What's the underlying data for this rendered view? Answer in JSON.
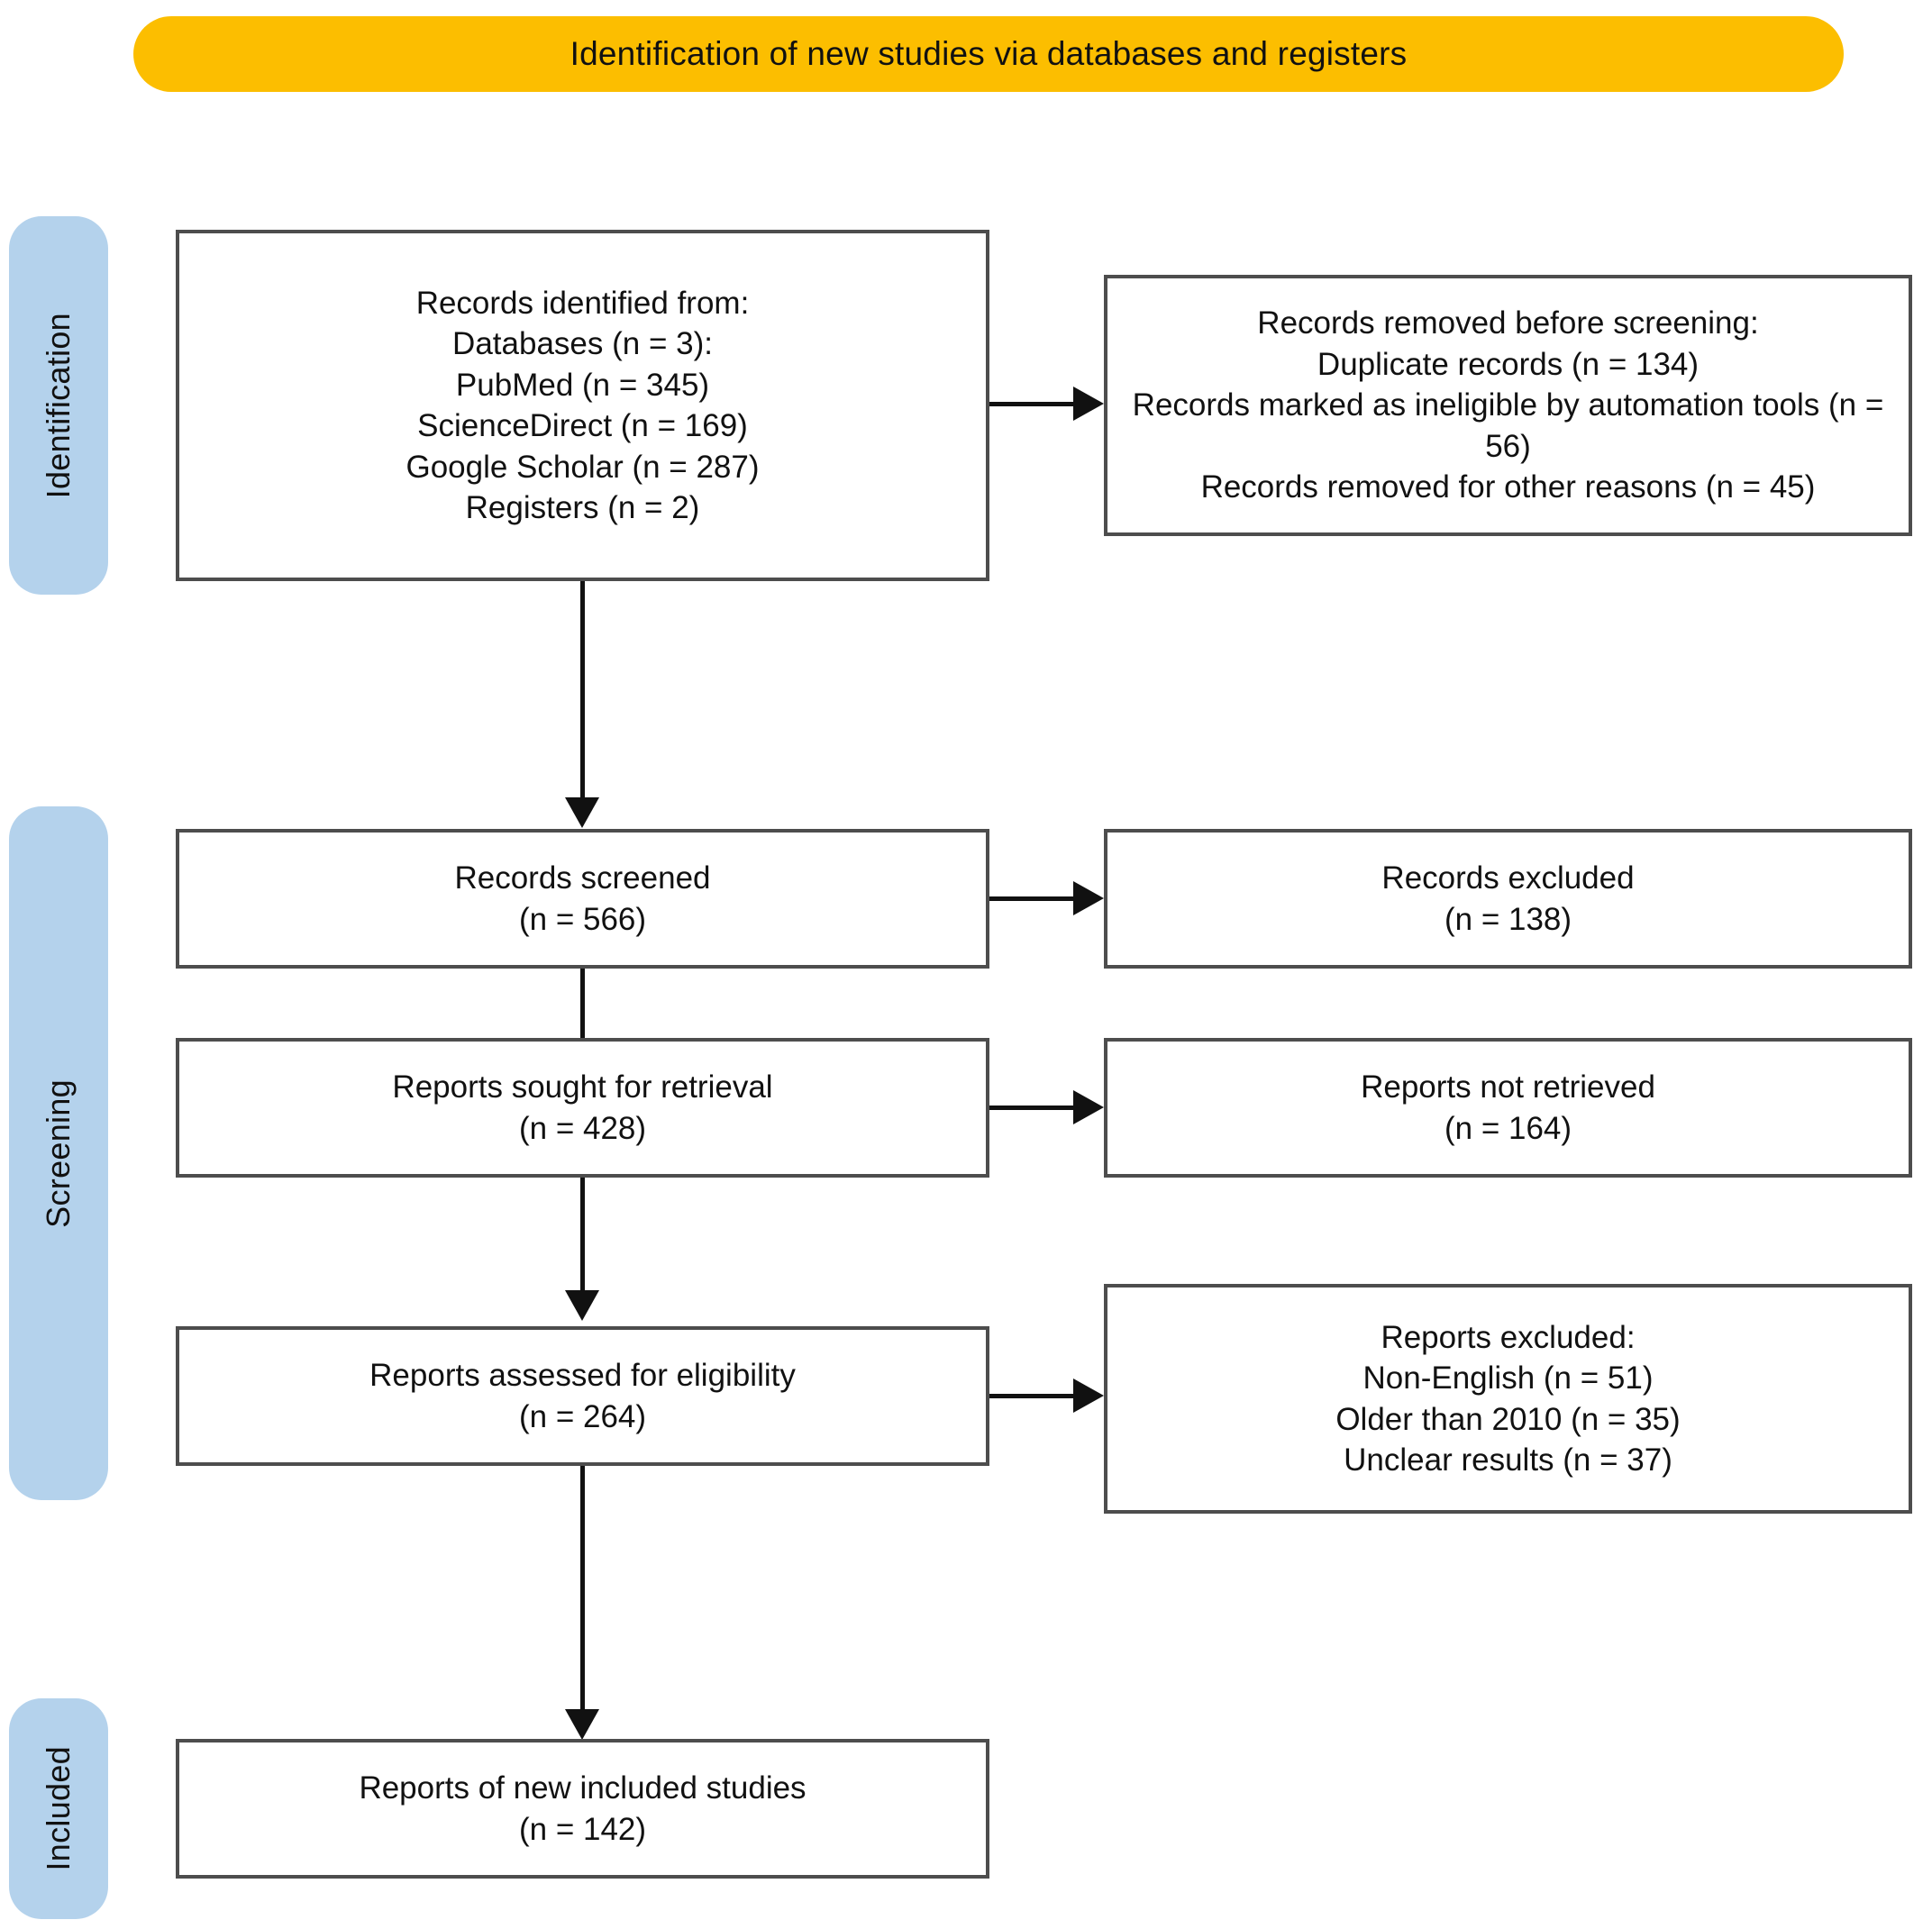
{
  "banner": {
    "title": "Identification of new studies via databases and registers",
    "color": "#FCBE00"
  },
  "stages": {
    "color": "#B4D2EC",
    "identification": "Identification",
    "screening": "Screening",
    "included": "Included"
  },
  "boxes": {
    "identified": {
      "lines": [
        "Records identified from:",
        "Databases (n = 3):",
        "PubMed (n = 345)",
        "ScienceDirect (n = 169)",
        "Google Scholar (n = 287)",
        "Registers (n = 2)"
      ]
    },
    "removed": {
      "lines": [
        "Records removed before screening:",
        "Duplicate records (n = 134)",
        "Records marked as ineligible by automation tools (n = 56)",
        "Records removed for other reasons (n = 45)"
      ]
    },
    "screened": {
      "lines": [
        "Records screened",
        "(n = 566)"
      ]
    },
    "records_excluded": {
      "lines": [
        "Records excluded",
        "(n = 138)"
      ]
    },
    "sought": {
      "lines": [
        "Reports sought for retrieval",
        "(n = 428)"
      ]
    },
    "not_retrieved": {
      "lines": [
        "Reports not retrieved",
        "(n = 164)"
      ]
    },
    "assessed": {
      "lines": [
        "Reports assessed for eligibility",
        "(n = 264)"
      ]
    },
    "reports_excluded": {
      "lines": [
        "Reports excluded:",
        "Non-English (n = 51)",
        "Older than 2010 (n = 35)",
        "Unclear results (n = 37)"
      ]
    },
    "included_studies": {
      "lines": [
        "Reports of new included studies",
        "(n = 142)"
      ]
    }
  }
}
